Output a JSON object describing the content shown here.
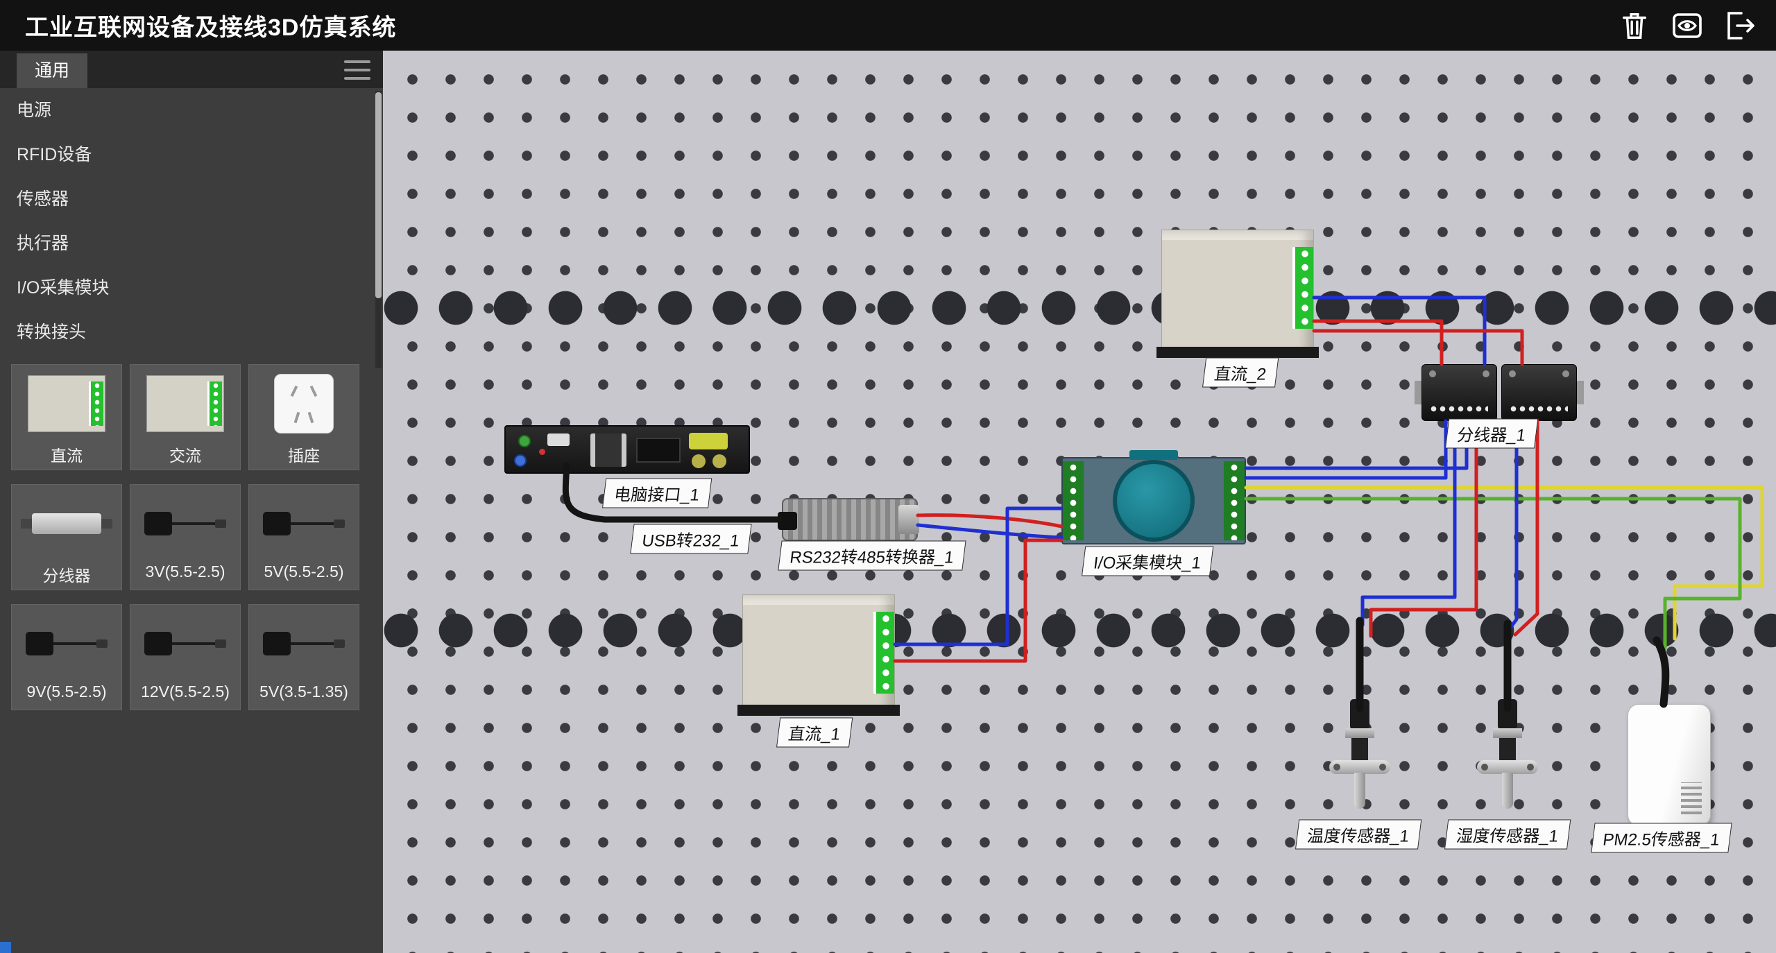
{
  "app": {
    "title": "工业互联网设备及接线3D仿真系统"
  },
  "sidebar": {
    "tab_label": "通用",
    "menu_items": [
      "电源",
      "RFID设备",
      "传感器",
      "执行器",
      "I/O采集模块",
      "转换接头"
    ],
    "components": [
      {
        "label": "直流",
        "kind": "psu"
      },
      {
        "label": "交流",
        "kind": "psu"
      },
      {
        "label": "插座",
        "kind": "socket"
      },
      {
        "label": "分线器",
        "kind": "splitter"
      },
      {
        "label": "3V(5.5-2.5)",
        "kind": "adapter"
      },
      {
        "label": "5V(5.5-2.5)",
        "kind": "adapter"
      },
      {
        "label": "9V(5.5-2.5)",
        "kind": "adapter"
      },
      {
        "label": "12V(5.5-2.5)",
        "kind": "adapter"
      },
      {
        "label": "5V(3.5-1.35)",
        "kind": "adapter"
      }
    ]
  },
  "canvas": {
    "devices": [
      {
        "label": "电脑接口_1"
      },
      {
        "label": "USB转232_1"
      },
      {
        "label": "RS232转485转换器_1"
      },
      {
        "label": "I/O采集模块_1"
      },
      {
        "label": "直流_2"
      },
      {
        "label": "直流_1"
      },
      {
        "label": "分线器_1"
      },
      {
        "label": "温度传感器_1"
      },
      {
        "label": "湿度传感器_1"
      },
      {
        "label": "PM2.5传感器_1"
      }
    ],
    "wire_colors": {
      "red": "#d21f1f",
      "blue": "#1f2fd2",
      "green": "#57b32a",
      "yellow": "#e0d431",
      "black": "#141414"
    }
  }
}
